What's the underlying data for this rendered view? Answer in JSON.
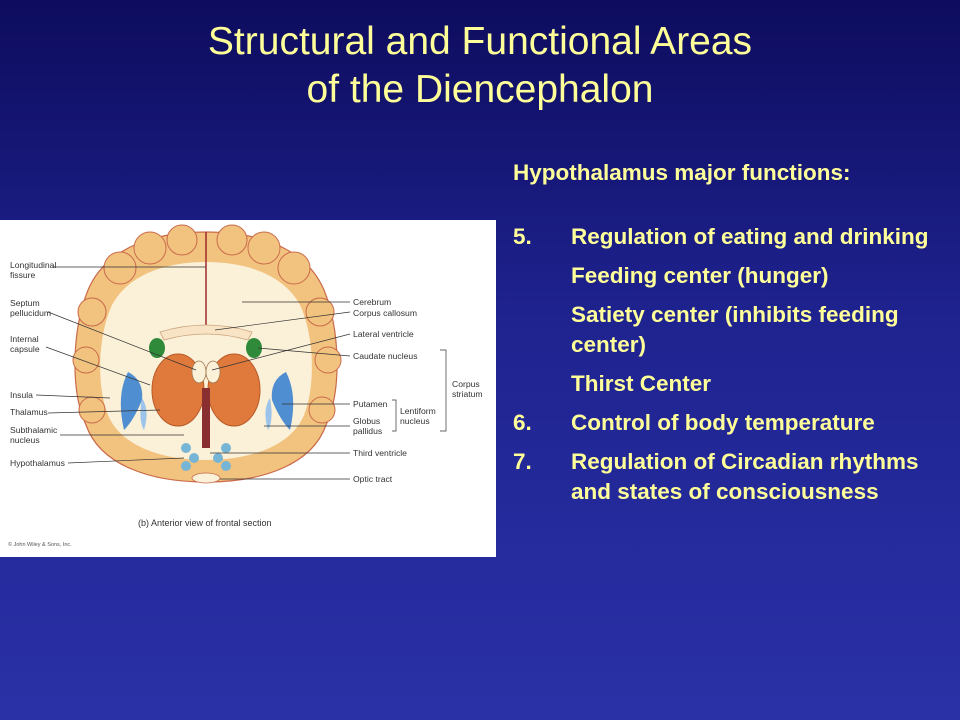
{
  "title": {
    "line1": "Structural and Functional Areas",
    "line2": "of the Diencephalon"
  },
  "list": {
    "heading": "Hypothalamus major functions:",
    "items": [
      {
        "number": "5.",
        "text": "Regulation of eating and drinking"
      },
      {
        "sub": "Feeding center (hunger)"
      },
      {
        "sub": "Satiety center (inhibits feeding center)"
      },
      {
        "sub": "Thirst Center"
      },
      {
        "number": "6.",
        "text": "Control of body temperature"
      },
      {
        "number": "7.",
        "text": "Regulation of Circadian rhythms and states of consciousness"
      }
    ]
  },
  "figure": {
    "left_labels": {
      "longitudinal_fissure": [
        "Longitudinal",
        "fissure"
      ],
      "septum_pellucidum": [
        "Septum",
        "pellucidum"
      ],
      "internal_capsule": [
        "Internal",
        "capsule"
      ],
      "insula": "Insula",
      "thalamus": "Thalamus",
      "subthalamic_nucleus": [
        "Subthalamic",
        "nucleus"
      ],
      "hypothalamus": "Hypothalamus"
    },
    "right_labels": {
      "cerebrum": "Cerebrum",
      "corpus_callosum": "Corpus callosum",
      "lateral_ventricle": "Lateral ventricle",
      "caudate_nucleus": "Caudate nucleus",
      "putamen": "Putamen",
      "globus_pallidus": [
        "Globus",
        "pallidus"
      ],
      "lentiform_nucleus": [
        "Lentiform",
        "nucleus"
      ],
      "corpus_striatum": [
        "Corpus",
        "striatum"
      ],
      "third_ventricle": "Third ventricle",
      "optic_tract": "Optic tract"
    },
    "caption": "(b) Anterior view of frontal section",
    "copyright": "© John Wiley & Sons, Inc.",
    "colors": {
      "gray_matter": "#f2c27f",
      "white_matter": "#fbf0d8",
      "thalamus": "#e07a3c",
      "lentiform": "#4f8ed0",
      "caudate": "#2f8a3a",
      "hypothalamus": "#76b5d6"
    }
  }
}
